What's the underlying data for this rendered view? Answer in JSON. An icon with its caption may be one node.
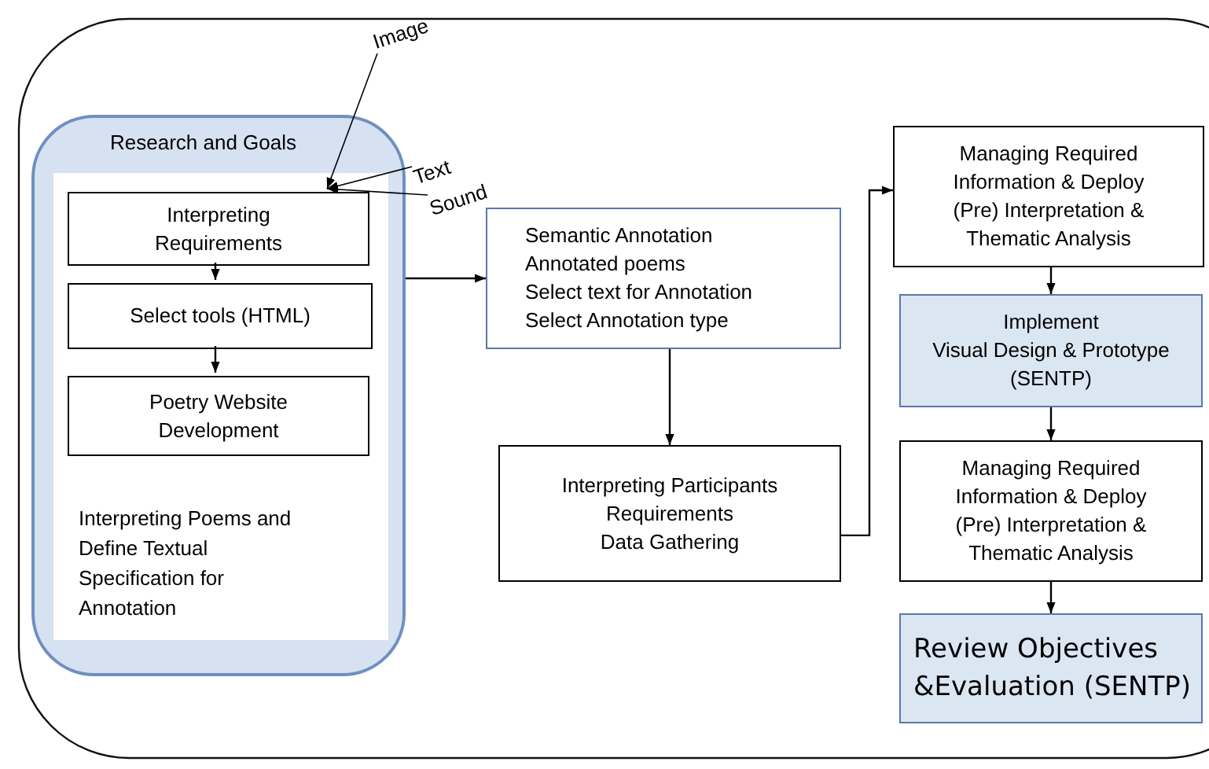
{
  "diagram": {
    "nodes": [
      {
        "text": [
          "Research and Goals"
        ]
      },
      {
        "text": [
          "Interpreting Poems and Define Textual Specification for Annotation"
        ],
        "in": 0
      },
      {
        "text": [
          "Interpreting Requirements"
        ],
        "in": 1
      },
      {
        "text": [
          "Select tools (HTML)"
        ],
        "in": 1
      },
      {
        "text": [
          "Poetry Website Development"
        ],
        "in": 1
      },
      {
        "text": [
          "Semantic Annotation",
          "Annotated poems",
          "Select text for Annotation",
          "Select Annotation type"
        ]
      },
      {
        "text": [
          "Interpreting Participants Requirements",
          "Data Gathering"
        ]
      },
      {
        "text": [
          "Managing Required Information & Deploy (Pre) Interpretation & Thematic Analysis"
        ]
      },
      {
        "text": [
          "Implement",
          "Visual Design & Prototype (SENTP)"
        ]
      },
      {
        "text": [
          "Managing Required Information & Deploy (Pre) Interpretation & Thematic Analysis"
        ]
      },
      {
        "text": [
          "Review Objectives &Evaluation (SENTP)"
        ]
      },
      {
        "text": [
          "Image"
        ]
      },
      {
        "text": [
          "Text"
        ]
      },
      {
        "text": [
          "Sound"
        ]
      }
    ],
    "edges": [
      {
        "from": 2,
        "to": 3,
        "arrow": "to"
      },
      {
        "from": 3,
        "to": 4,
        "arrow": "to"
      },
      {
        "from": 0,
        "to": 5,
        "arrow": "to"
      },
      {
        "from": 5,
        "to": 6,
        "arrow": "to"
      },
      {
        "from": 6,
        "to": 7,
        "arrow": "to"
      },
      {
        "from": 7,
        "to": 8,
        "arrow": "to"
      },
      {
        "from": 8,
        "to": 9,
        "arrow": "to"
      },
      {
        "from": 9,
        "to": 10,
        "arrow": "to"
      },
      {
        "from": 11,
        "to": 2,
        "arrow": "to"
      },
      {
        "from": 12,
        "to": 2,
        "arrow": "to"
      },
      {
        "from": 13,
        "to": 2,
        "arrow": "to"
      }
    ]
  }
}
